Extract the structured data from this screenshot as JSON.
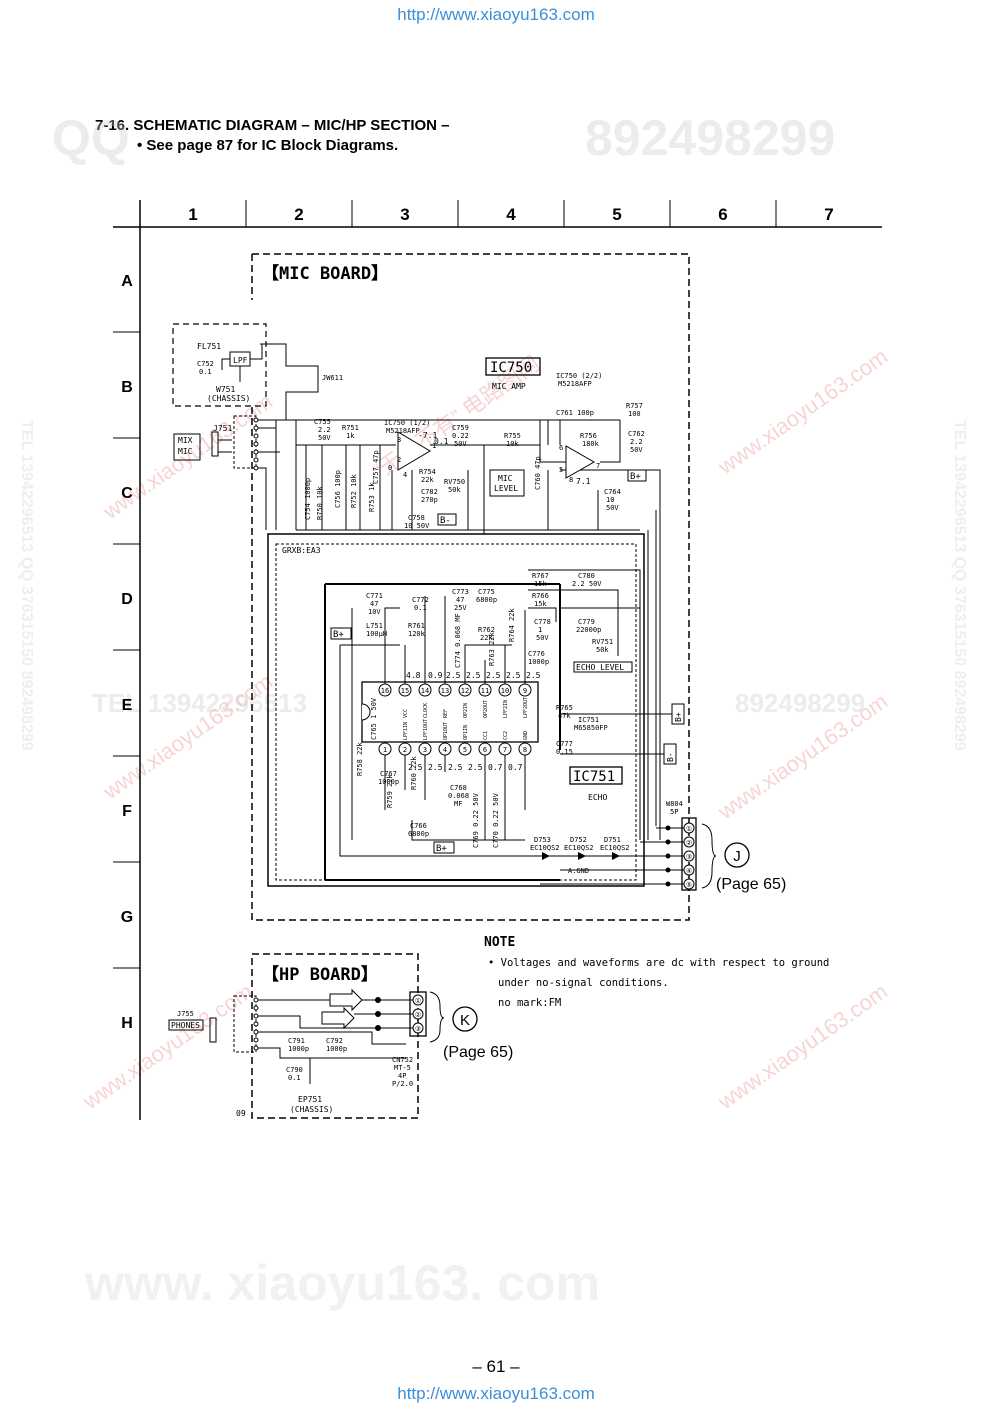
{
  "header": {
    "url_top": "http://www.xiaoyu163.com",
    "section_title": "7-16. SCHEMATIC DIAGRAM – MIC/HP SECTION –",
    "section_subtitle": "• See page 87 for IC Block Diagrams."
  },
  "footer": {
    "page_number": "– 61 –",
    "url_bottom": "http://www.xiaoyu163.com"
  },
  "grid": {
    "columns": [
      "1",
      "2",
      "3",
      "4",
      "5",
      "6",
      "7"
    ],
    "rows": [
      "A",
      "B",
      "C",
      "D",
      "E",
      "F",
      "G",
      "H"
    ]
  },
  "watermarks": {
    "qq_left": "QQ",
    "qq_right": "892498299",
    "tel_line": "TEL 13942296513",
    "tel_line_right": "892498299",
    "site_big": "www. xiaoyu163. com",
    "site_diag": "www.xiaoyu163.com",
    "brand_cn": "“无奇不有” 电路图网",
    "side_text": "TEL 13942296513  QQ 376315150  892498299"
  },
  "mic_board": {
    "title": "【MIC BOARD】",
    "fl751": "FL751",
    "lpf": "LPF",
    "c752": [
      "C752",
      "0.1"
    ],
    "w751": [
      "W751",
      "(CHASSIS)"
    ],
    "jw611": "JW611",
    "mix_mic": [
      "MIX",
      "MIC"
    ],
    "j751": "J751",
    "ic750_box": "IC750",
    "ic750_desc": "MIC AMP",
    "ic750_22": [
      "IC750 (2/2)",
      "M5218AFP"
    ],
    "ic750_12": [
      "IC750 (1/2)",
      "M5218AFP"
    ],
    "c755": [
      "C755",
      "2.2",
      "50V"
    ],
    "r751": [
      "R751",
      "1k"
    ],
    "c759": [
      "C759",
      "0.22",
      "50V"
    ],
    "r755": [
      "R755",
      "10k"
    ],
    "c761": "C761 100p",
    "r756": [
      "R756",
      "180k"
    ],
    "r757": [
      "R757",
      "100"
    ],
    "c762": [
      "C762",
      "2.2",
      "50V"
    ],
    "r754": [
      "R754",
      "22k"
    ],
    "rv750": [
      "RV750",
      "50k"
    ],
    "mic_level": [
      "MIC",
      "LEVEL"
    ],
    "c760": "C760 47p",
    "c764": [
      "C764",
      "10",
      "50V"
    ],
    "c782": [
      "C782",
      "270p"
    ],
    "c758": [
      "C758",
      "10 50V"
    ],
    "c757": "C757 47p",
    "c754": "C754 1000p",
    "r750": "R750 10k",
    "c756": "C756 100p",
    "r752": "R752 10k",
    "r753": "R753 1k",
    "v_pin1": "-7.1",
    "v_01": "0.1",
    "v_pin8": "7.1",
    "b_plus": "B+",
    "b_minus": "B-",
    "pins": [
      "3",
      "2",
      "1",
      "4",
      "6",
      "5",
      "7",
      "8",
      "0"
    ]
  },
  "echo_block": {
    "grxb": "GRXB:EA3",
    "c771": [
      "C771",
      "47",
      "10V"
    ],
    "c772": [
      "C772",
      "0.1"
    ],
    "c773": [
      "C773",
      "47",
      "25V"
    ],
    "c775": [
      "C775",
      "6800p"
    ],
    "r767": [
      "R767",
      "15k"
    ],
    "c780": [
      "C780",
      "2.2 50V"
    ],
    "r766": [
      "R766",
      "15k"
    ],
    "c778": [
      "C778",
      "1",
      "50V"
    ],
    "c779": [
      "C779",
      "22000p"
    ],
    "rv751": [
      "RV751",
      "50k"
    ],
    "echo_level": "ECHO LEVEL",
    "l751": [
      "L751",
      "100μH"
    ],
    "r761": [
      "R761",
      "120k"
    ],
    "r762": [
      "R762",
      "22k"
    ],
    "r764": "R764 22k",
    "r763": "R763 22k",
    "c774": "C774 0.068 MF",
    "c776": [
      "C776",
      "1000p"
    ],
    "r765": [
      "R765",
      "47k"
    ],
    "ic751_desc": [
      "IC751",
      "M65850FP"
    ],
    "c777": [
      "C777",
      "0.15"
    ],
    "ic751_box": "IC751",
    "echo": "ECHO",
    "c765": "C765 1 50V",
    "r758": "R758 22k",
    "r759": "R759 22k",
    "r760": "R760 22k",
    "c767": [
      "C767",
      "1000p"
    ],
    "c768": [
      "C768",
      "0.068",
      "MF"
    ],
    "c766": [
      "C766",
      "6800p"
    ],
    "c769": "C769 0.22 50V",
    "c770": "C770 0.22 50V",
    "top_pins": [
      "16",
      "15",
      "14",
      "13",
      "12",
      "11",
      "10",
      "9"
    ],
    "bottom_pins": [
      "1",
      "2",
      "3",
      "4",
      "5",
      "6",
      "7",
      "8"
    ],
    "top_volts": [
      "4.8",
      "0.9",
      "2.5",
      "2.5",
      "2.5",
      "2.5",
      "2.5"
    ],
    "bottom_volts": [
      "2.5",
      "2.5",
      "2.5",
      "2.5",
      "0.7",
      "0.7"
    ],
    "top_pin_names": [
      "VCC",
      "CLOCK",
      "REF",
      "OP2IN",
      "OP2OUT",
      "LPF2IN",
      "LPF2OUT"
    ],
    "bottom_pin_names": [
      "LPF1IN",
      "LPF1OUT",
      "OP1OUT",
      "OP1IN",
      "CC1",
      "CC2",
      "GND"
    ],
    "w804": [
      "W804",
      "5P"
    ],
    "d753": [
      "D753",
      "EC10QS2"
    ],
    "d752": [
      "D752",
      "EC10QS2"
    ],
    "d751": [
      "D751",
      "EC10QS2"
    ],
    "a_gnd": "A.GND",
    "conn_pins": [
      "①",
      "②",
      "③",
      "④",
      "⑤"
    ],
    "j_label": "J",
    "page_ref_j": "(Page 65)"
  },
  "note": {
    "title": "NOTE",
    "line1": "• Voltages and waveforms are dc with respect to ground",
    "line2": "under no-signal conditions.",
    "line3": "no mark:FM"
  },
  "hp_board": {
    "title": "【HP BOARD】",
    "j755": "J755",
    "phones": "PHONES",
    "c791": [
      "C791",
      "1000p"
    ],
    "c792": [
      "C792",
      "1000p"
    ],
    "c790": [
      "C790",
      "0.1"
    ],
    "ep751": [
      "EP751",
      "(CHASSIS)"
    ],
    "cn752": [
      "CN752",
      "MT-5",
      "4P",
      "P/2.0"
    ],
    "num_09": "09",
    "conn_pins": [
      "①",
      "②",
      "③"
    ],
    "k_label": "K",
    "page_ref_k": "(Page 65)"
  }
}
